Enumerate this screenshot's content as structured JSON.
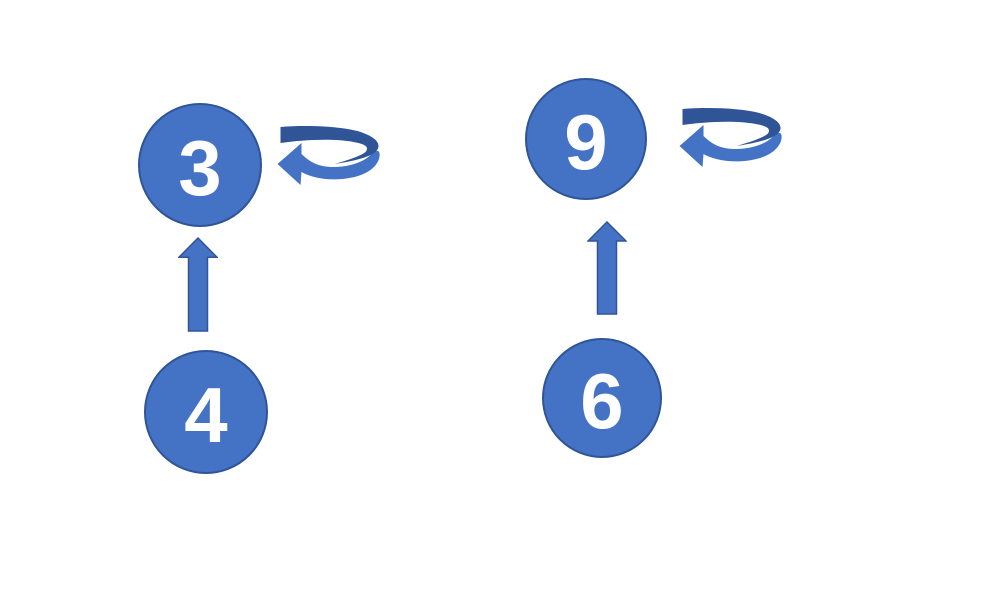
{
  "colors": {
    "background": "#FFFFFF",
    "node_fill": "#4472C4",
    "node_border": "#2F5597",
    "node_text": "#FFFFFF",
    "up_arrow_fill": "#4472C4",
    "up_arrow_border": "#2F5597",
    "loop_top_band": "#2F5597",
    "loop_bottom_band": "#4472C4"
  },
  "diagram": {
    "groups": [
      {
        "id": "left",
        "top_node_label": "3",
        "bottom_node_label": "4",
        "edge": "bottom-to-top",
        "self_loop_on": "top"
      },
      {
        "id": "right",
        "top_node_label": "9",
        "bottom_node_label": "6",
        "edge": "bottom-to-top",
        "self_loop_on": "top"
      }
    ]
  }
}
